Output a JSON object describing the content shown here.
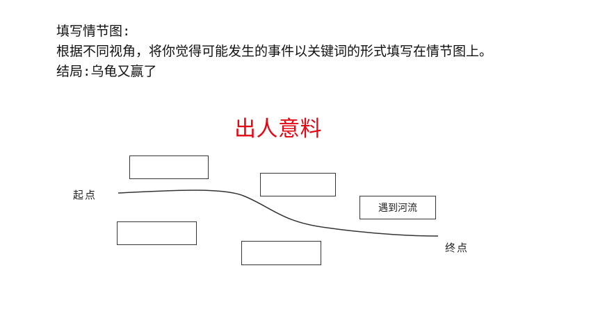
{
  "instructions": {
    "line1": "填写情节图:",
    "line2": "根据不同视角，将你觉得可能发生的事件以关键词的形式填写在情节图上。",
    "line3": "结局:乌龟又赢了"
  },
  "heading": {
    "text": "出人意料",
    "color": "#e30613"
  },
  "diagram": {
    "start_label": "起点",
    "end_label": "终点",
    "boxes": [
      {
        "label": ""
      },
      {
        "label": ""
      },
      {
        "label": "遇到河流"
      },
      {
        "label": ""
      },
      {
        "label": ""
      }
    ]
  }
}
